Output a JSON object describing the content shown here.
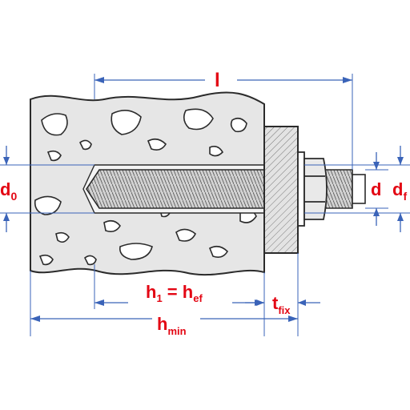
{
  "diagram": {
    "labels": {
      "l": "l",
      "d0_main": "d",
      "d0_sub": "0",
      "d": "d",
      "df_main": "d",
      "df_sub": "f",
      "h1_main": "h",
      "h1_sub": "1",
      "equals": " = ",
      "hef_main": "h",
      "hef_sub": "ef",
      "tfix_main": "t",
      "tfix_sub": "fix",
      "hmin_main": "h",
      "hmin_sub": "min"
    },
    "colors": {
      "label": "#e30613",
      "dimension_line": "#3a63b8",
      "outline": "#2b2b2b",
      "concrete_fill": "#e6e6e6",
      "steel_fill": "#cfcfcf"
    }
  }
}
